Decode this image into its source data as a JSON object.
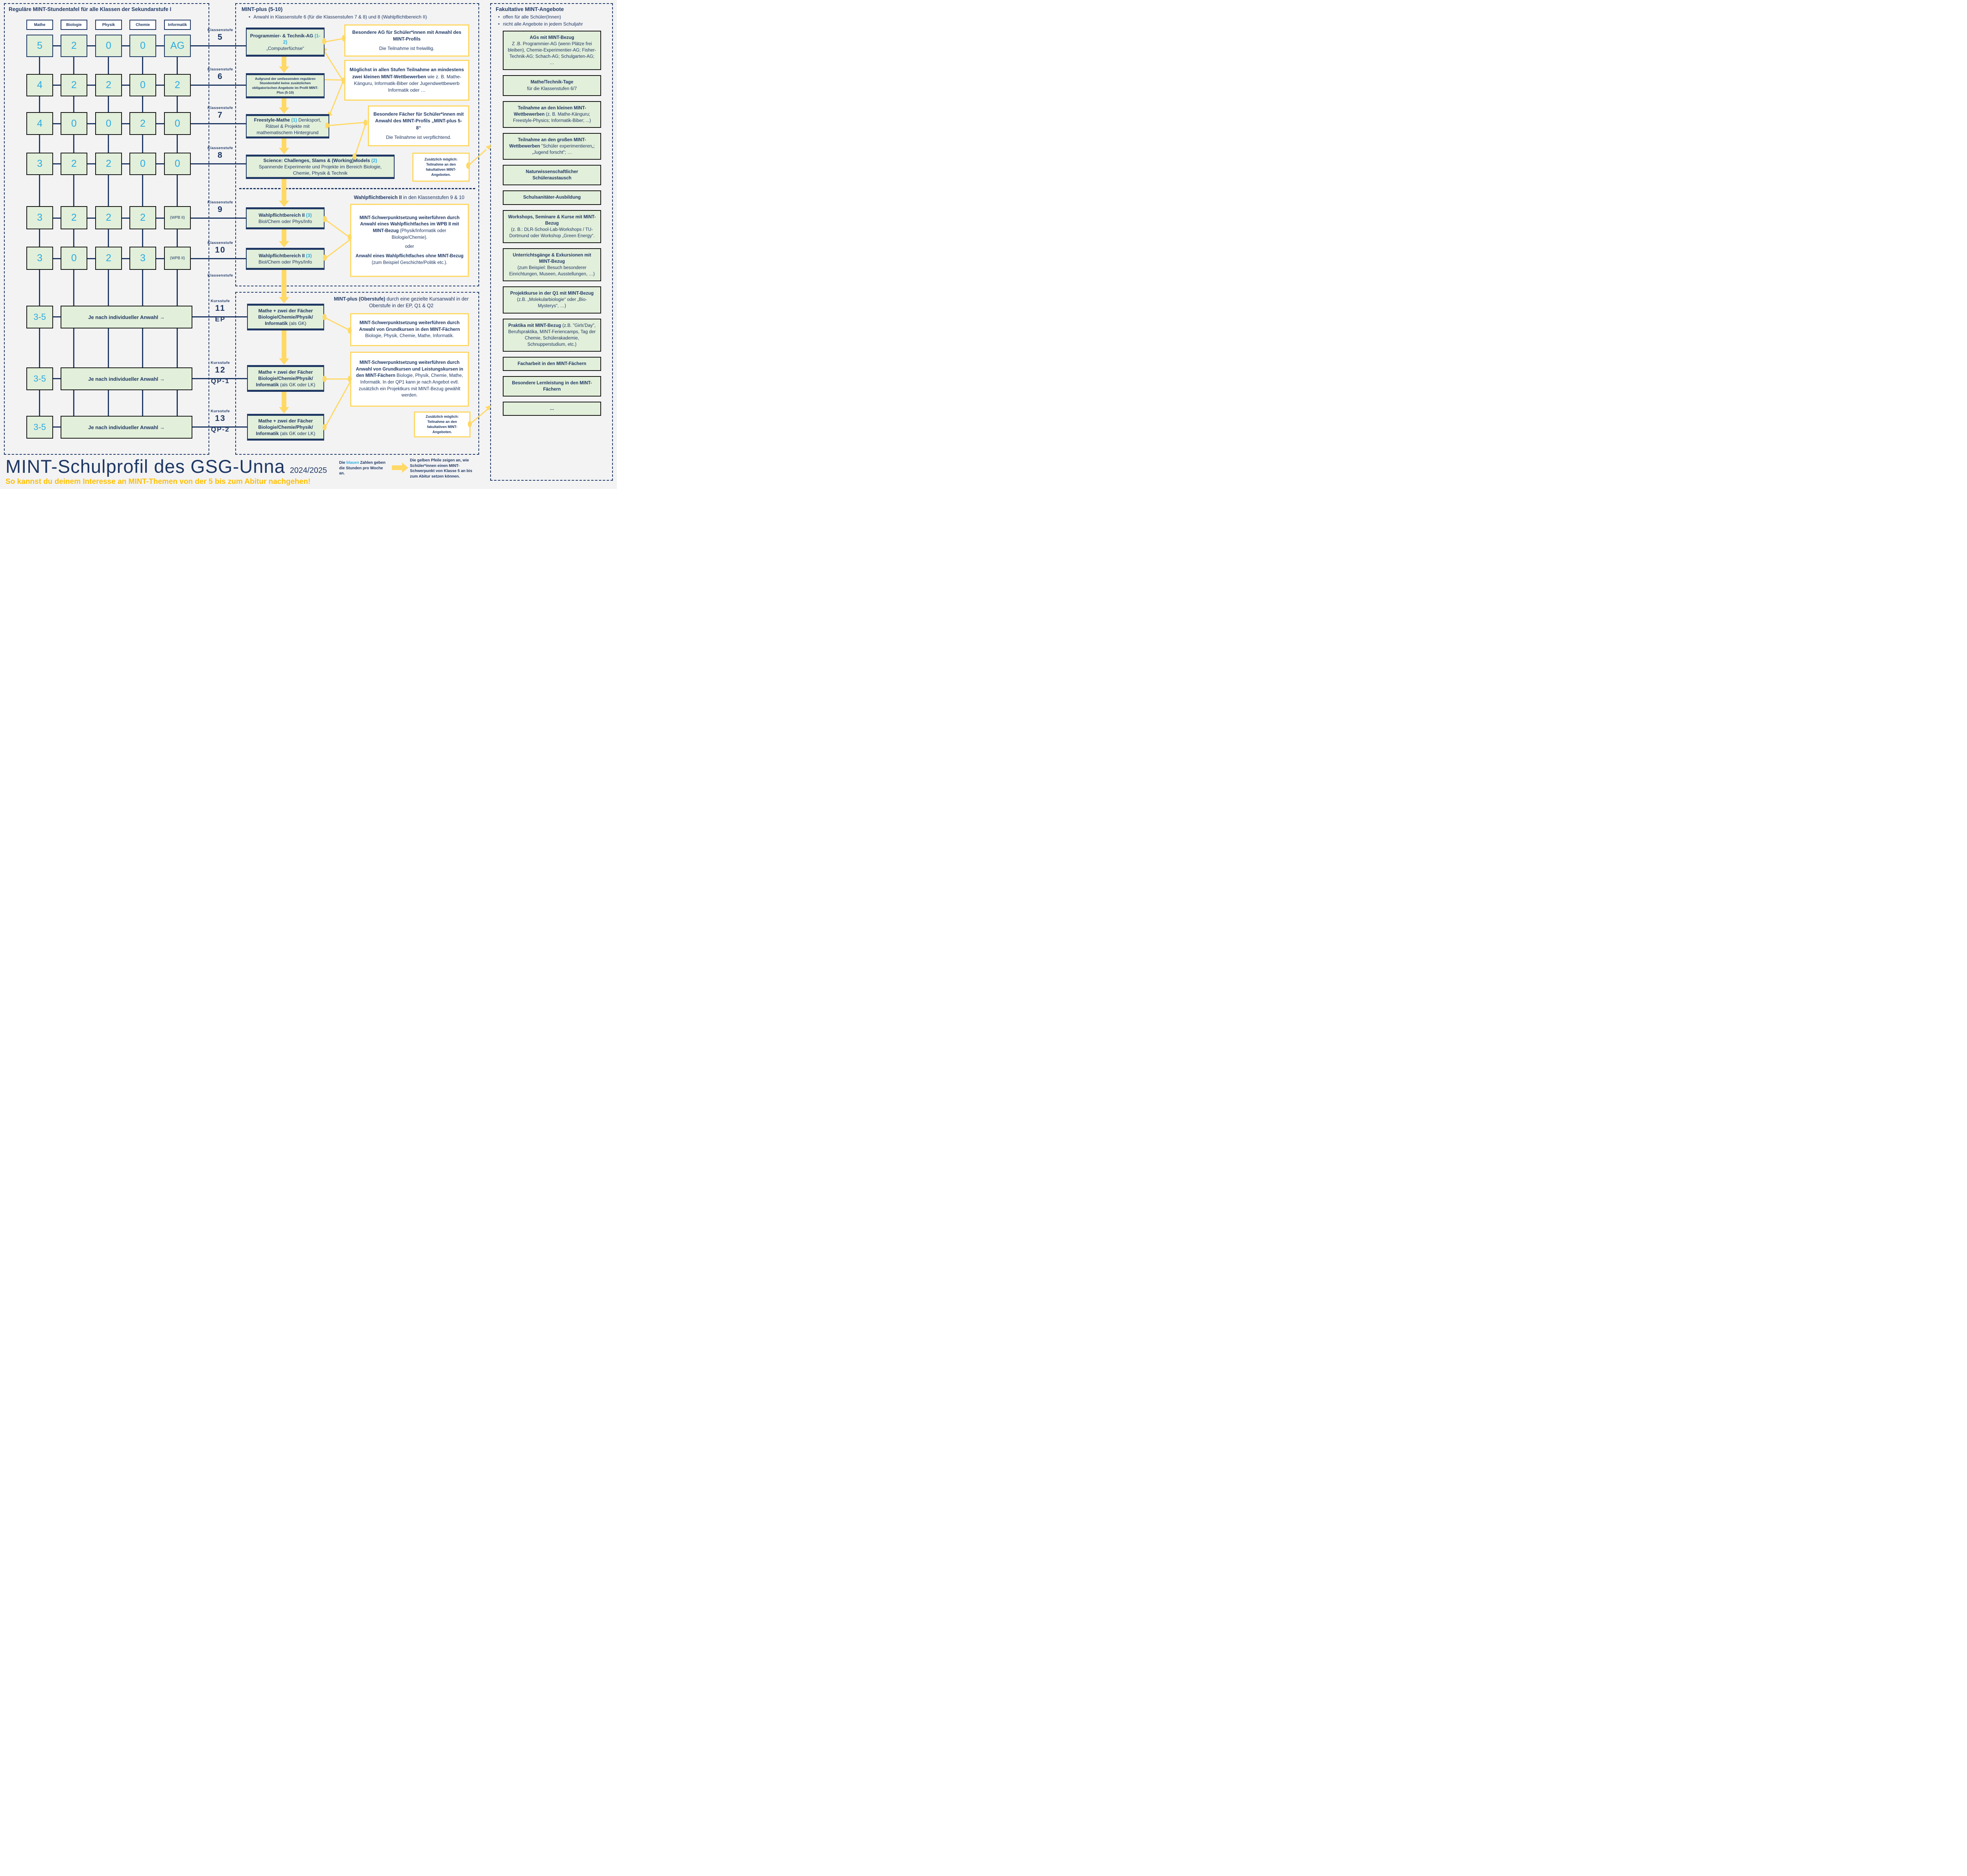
{
  "left": {
    "title": "Reguläre MINT-Stundentafel für alle Klassen der Sekundarstufe I",
    "columns": [
      "Mathe",
      "Biologie",
      "Physik",
      "Chemie",
      "Informatik"
    ],
    "stufe_label": "Klassenstufe",
    "kurs_label": "Kursstufe",
    "rows": [
      {
        "grade": "5",
        "values": [
          "5",
          "2",
          "0",
          "0",
          "AG"
        ]
      },
      {
        "grade": "6",
        "values": [
          "4",
          "2",
          "2",
          "0",
          "2"
        ]
      },
      {
        "grade": "7",
        "values": [
          "4",
          "0",
          "0",
          "2",
          "0"
        ]
      },
      {
        "grade": "8",
        "values": [
          "3",
          "2",
          "2",
          "0",
          "0"
        ]
      },
      {
        "grade": "9",
        "values": [
          "3",
          "2",
          "2",
          "2",
          "(WPB II)"
        ]
      },
      {
        "grade": "10",
        "values": [
          "3",
          "0",
          "2",
          "3",
          "(WPB II)"
        ]
      }
    ],
    "kurs_rows": [
      {
        "grade": "11",
        "sub": "EP",
        "hours": "3-5",
        "label": "Je nach individueller Anwahl →"
      },
      {
        "grade": "12",
        "sub": "QP-1",
        "hours": "3-5",
        "label": "Je nach individueller Anwahl →"
      },
      {
        "grade": "13",
        "sub": "QP-2",
        "hours": "3-5",
        "label": "Je nach individueller Anwahl →"
      }
    ]
  },
  "mp": {
    "title": "MINT-plus (5-10)",
    "bullet": "Anwahl in Klassenstufe 6 (für die Klassenstufen 7 & 8) und 8 (Wahlpflichtbereich II)",
    "k5": {
      "bold": "Programmier- & Technik-AG",
      "credit": "(1-2)",
      "sub": "„Computerfüchse“"
    },
    "k6": {
      "text": "Aufgrund der umfassenden regulären Stundentafel keine zusätzlichen obligatorischen Angebote im Profil MINT-Plus (5-10)"
    },
    "k7": {
      "bold": "Freestyle-Mathe",
      "credit": "(1)",
      "rest": "Denksport, Rätsel & Projekte mit mathematischem Hintergrund"
    },
    "k8": {
      "bold": "Science: Challenges, Slams & (Working)Models",
      "credit": "(2)",
      "rest": "Spannende Experimente und Projekte im Bereich Biologie, Chemie, Physik & Technik"
    },
    "k9": {
      "bold": "Wahlpflichtbereich II",
      "credit": "(3)",
      "rest": "Biol/Chem oder Phys/Info"
    },
    "k10": {
      "bold": "Wahlpflichtbereich II",
      "credit": "(3)",
      "rest": "Biol/Chem oder Phys/Info"
    },
    "y1": {
      "bold": "Besondere AG für Schüler*innen mit Anwahl des MINT-Profils",
      "rest": "Die Teilnahme ist freiwillig."
    },
    "y2": {
      "bold": "Möglichst in allen Stufen Teilnahme an mindestens zwei kleinen MINT-Wettbewerben",
      "rest": "wie z. B. Mathe-Känguru, Informatik-Biber oder Jugendwettbewerb Informatik oder …"
    },
    "y3": {
      "bold": "Besondere Fächer für Schüler*innen mit Anwahl des MINT-Profils „MINT-plus 5-8“",
      "rest": "Die Teilnahme ist verpflichtend."
    },
    "y4": {
      "text": "Zusätzlich möglich: Teilnahme an den fakultativen MINT-Angeboten."
    },
    "wpb_bold": "Wahlpflichtbereich II",
    "wpb_rest": " in den Klassenstufen 9 & 10",
    "y5": {
      "bold1": "MINT-Schwerpunktsetzung weiterführen durch Anwahl eines Wahlpflichtfaches im WPB II mit MINT-Bezug",
      "rest1": " (Physik/Informatik oder Biologie/Chemie).",
      "mid": "oder",
      "bold2": "Anwahl eines Wahlpflichtfaches ohne MINT-Bezug",
      "rest2": " (zum Beispiel Geschichte/Politik etc.)."
    }
  },
  "ob": {
    "header_bold": "MINT-plus (Oberstufe)",
    "header_rest": " durch eine gezielte Kursanwahl in der Oberstufe in der EP, Q1 & Q2",
    "k11": {
      "bold": "Mathe + zwei der Fächer Biologie/Chemie/Physik/ Informatik",
      "rest": " (als GK)"
    },
    "k12": {
      "bold": "Mathe + zwei der Fächer Biologie/Chemie/Physik/ Informatik",
      "rest": " (als GK oder LK)"
    },
    "k13": {
      "bold": "Mathe + zwei der Fächer Biologie/Chemie/Physik/ Informatik",
      "rest": " (als GK oder LK)"
    },
    "y6": {
      "bold": "MINT-Schwerpunktsetzung weiterführen durch Anwahl von Grundkursen in den MINT-Fächern",
      "rest": " Biologie, Physik, Chemie, Mathe, Informatik."
    },
    "y7": {
      "bold": "MINT-Schwerpunktsetzung weiterführen durch Anwahl von Grundkursen und Leistungskursen in den MINT-Fächern",
      "rest": " Biologie, Physik, Chemie, Mathe, Informatik. In der QP1 kann je nach Angebot evtl. zusätzlich ein Projektkurs mit MINT-Bezug gewählt werden."
    },
    "y8": {
      "text": "Zusätzlich möglich: Teilnahme an den fakultativen MINT-Angeboten."
    }
  },
  "fak": {
    "title": "Fakultative MINT-Angebote",
    "bullets": [
      "offen für alle Schüler(Innen)",
      "nicht alle Angebote in jedem Schuljahr"
    ],
    "items": [
      {
        "bold": "AGs mit MINT-Bezug",
        "rest": "Z .B. Programmier-AG (wenn Plätze frei bleiben), Chemie-Experimentier-AG; Fisher-Technik-AG; Schach-AG; Schulgarten-AG; …"
      },
      {
        "bold": "Mathe/Technik-Tage",
        "rest": "für die Klassenstufen 6/7"
      },
      {
        "bold": "Teilnahme an den kleinen MINT-Wettbewerben",
        "rest": "(z. B. Mathe-Känguru; Freestyle-Physics; Informatik-Biber; ...)"
      },
      {
        "bold": "Teilnahme an den großen MINT-Wettbewerben",
        "rest": "\"Schüler experimentieren„; „Jugend forscht\"; …"
      },
      {
        "bold": "Naturwissenschaftlicher Schüleraustausch",
        "rest": ""
      },
      {
        "bold": "Schulsanitäter-Ausbildung",
        "rest": ""
      },
      {
        "bold": "Workshops, Seminare & Kurse mit MINT-Bezug",
        "rest": "(z. B.: DLR-School-Lab-Workshops / TU-Dortmund oder Workshop „Green Energy“."
      },
      {
        "bold": "Unterrichtsgänge & Exkursionen mit MINT-Bezug",
        "rest": "(zum Beispiel: Besuch besonderer Einrichtungen, Museen, Ausstellungen, …)"
      },
      {
        "bold": "Projektkurse in der Q1 mit MINT-Bezug",
        "rest": "(z.B. „Molekularbiologie“ oder „Bio-Mysterys“, …)"
      },
      {
        "bold": "Praktika mit MINT-Bezug",
        "rest": "(z.B. \"Girls'Day\", Berufspraktika, MINT-Feriencamps, Tag der Chemie, Schülerakademie, Schnupperstudium, etc.)"
      },
      {
        "bold": "Facharbeit in den MINT-Fächern",
        "rest": ""
      },
      {
        "bold": "Besondere Lernleistung in den MINT-Fächern",
        "rest": ""
      },
      {
        "bold": "…",
        "rest": ""
      }
    ]
  },
  "footer": {
    "title": "MINT-Schulprofil des GSG-Unna",
    "year": "2024/2025",
    "subtitle": "So kannst du deinem Interesse an MINT-Themen von der 5 bis zum Abitur nachgehen!",
    "legend1_pre": "Die ",
    "legend1_hl": "blauen",
    "legend1_post": " Zahlen geben die Stunden pro Woche an.",
    "legend2": "Die gelben Pfeile zeigen an, wie Schüler*innen einen MINT-Schwerpunkt von Klasse 5 an bis zum Abitur setzen können."
  },
  "colors": {
    "navy": "#1f3864",
    "cyan": "#29abe2",
    "green": "#e2efda",
    "yellow": "#ffd966",
    "orange": "#ffc000"
  }
}
